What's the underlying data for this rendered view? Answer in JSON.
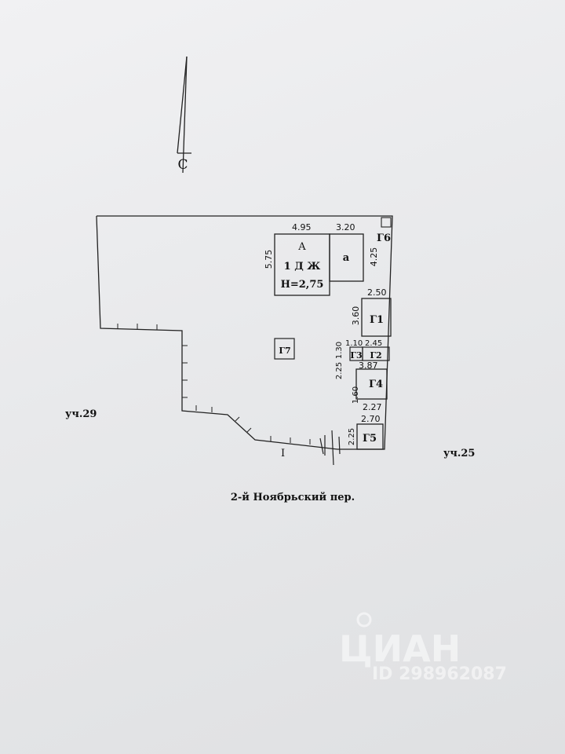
{
  "north_label": "С",
  "neighbors": {
    "left": "уч.29",
    "right": "уч.25"
  },
  "street": "2-й Ноябрьский пер.",
  "entrance_label": "I",
  "house": {
    "letter": "A",
    "type": "1 Д Ж",
    "height": "H=2,75"
  },
  "annex": {
    "letter": "а"
  },
  "buildings": {
    "g1": "Г1",
    "g2": "Г2",
    "g3": "Г3",
    "g4": "Г4",
    "g5": "Г5",
    "g6": "Г6",
    "g7": "Г7"
  },
  "dimensions": {
    "house_width": "4.95",
    "annex_width": "3.20",
    "house_depth": "5.75",
    "annex_depth": "4.25",
    "g1_width": "2.50",
    "g1_depth": "3.60",
    "g3_width": "1.10",
    "g3_depth": "1.30",
    "g2_width": "2.45",
    "g4_width": "3.87",
    "g4_depth_a": "2.25",
    "g4_depth_b": "1.60",
    "g4_bottom": "2.27",
    "g5_width": "2.70",
    "g5_depth": "2.25"
  },
  "watermark": {
    "brand": "ЦИАН",
    "id": "ID 298962087"
  }
}
